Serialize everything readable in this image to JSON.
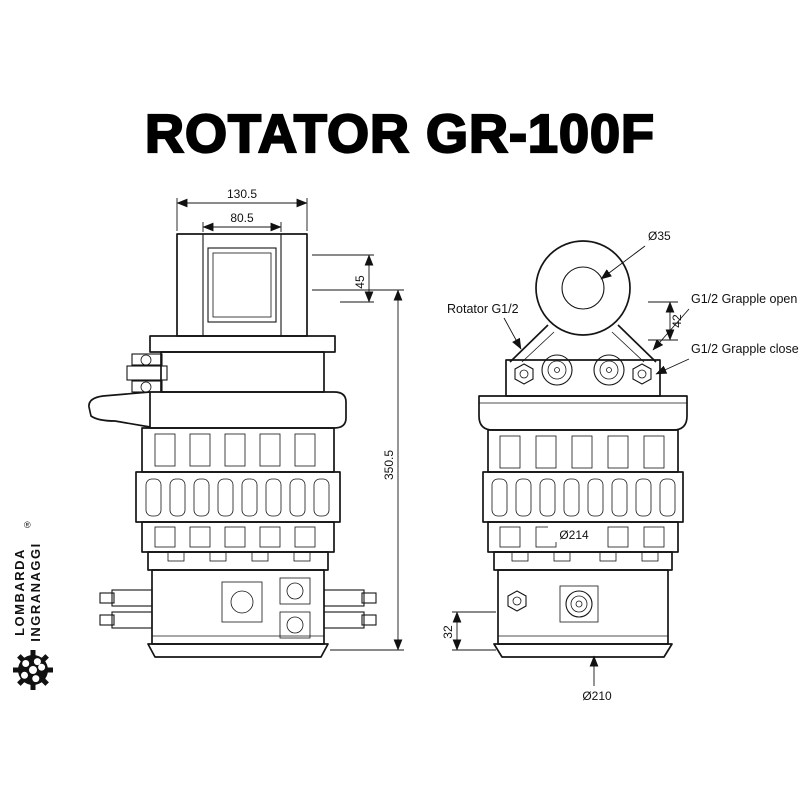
{
  "title": "ROTATOR GR-100F",
  "brand": {
    "line1": "LOMBARDA",
    "line2": "INGRANAGGI",
    "registered": "®"
  },
  "side_view": {
    "dims": {
      "outer_width": "130.5",
      "inner_width": "80.5",
      "clevis_height": "45",
      "total_height": "350.5"
    }
  },
  "front_view": {
    "dims": {
      "eye_hole_diameter": "Ø35",
      "port_spacing": "42",
      "housing_diameter": "Ø214",
      "base_height": "32",
      "base_diameter": "Ø210"
    },
    "port_labels": {
      "rotator": "Rotator G1/2",
      "grapple_open": "G1/2 Grapple open",
      "grapple_close": "G1/2 Grapple close"
    }
  }
}
